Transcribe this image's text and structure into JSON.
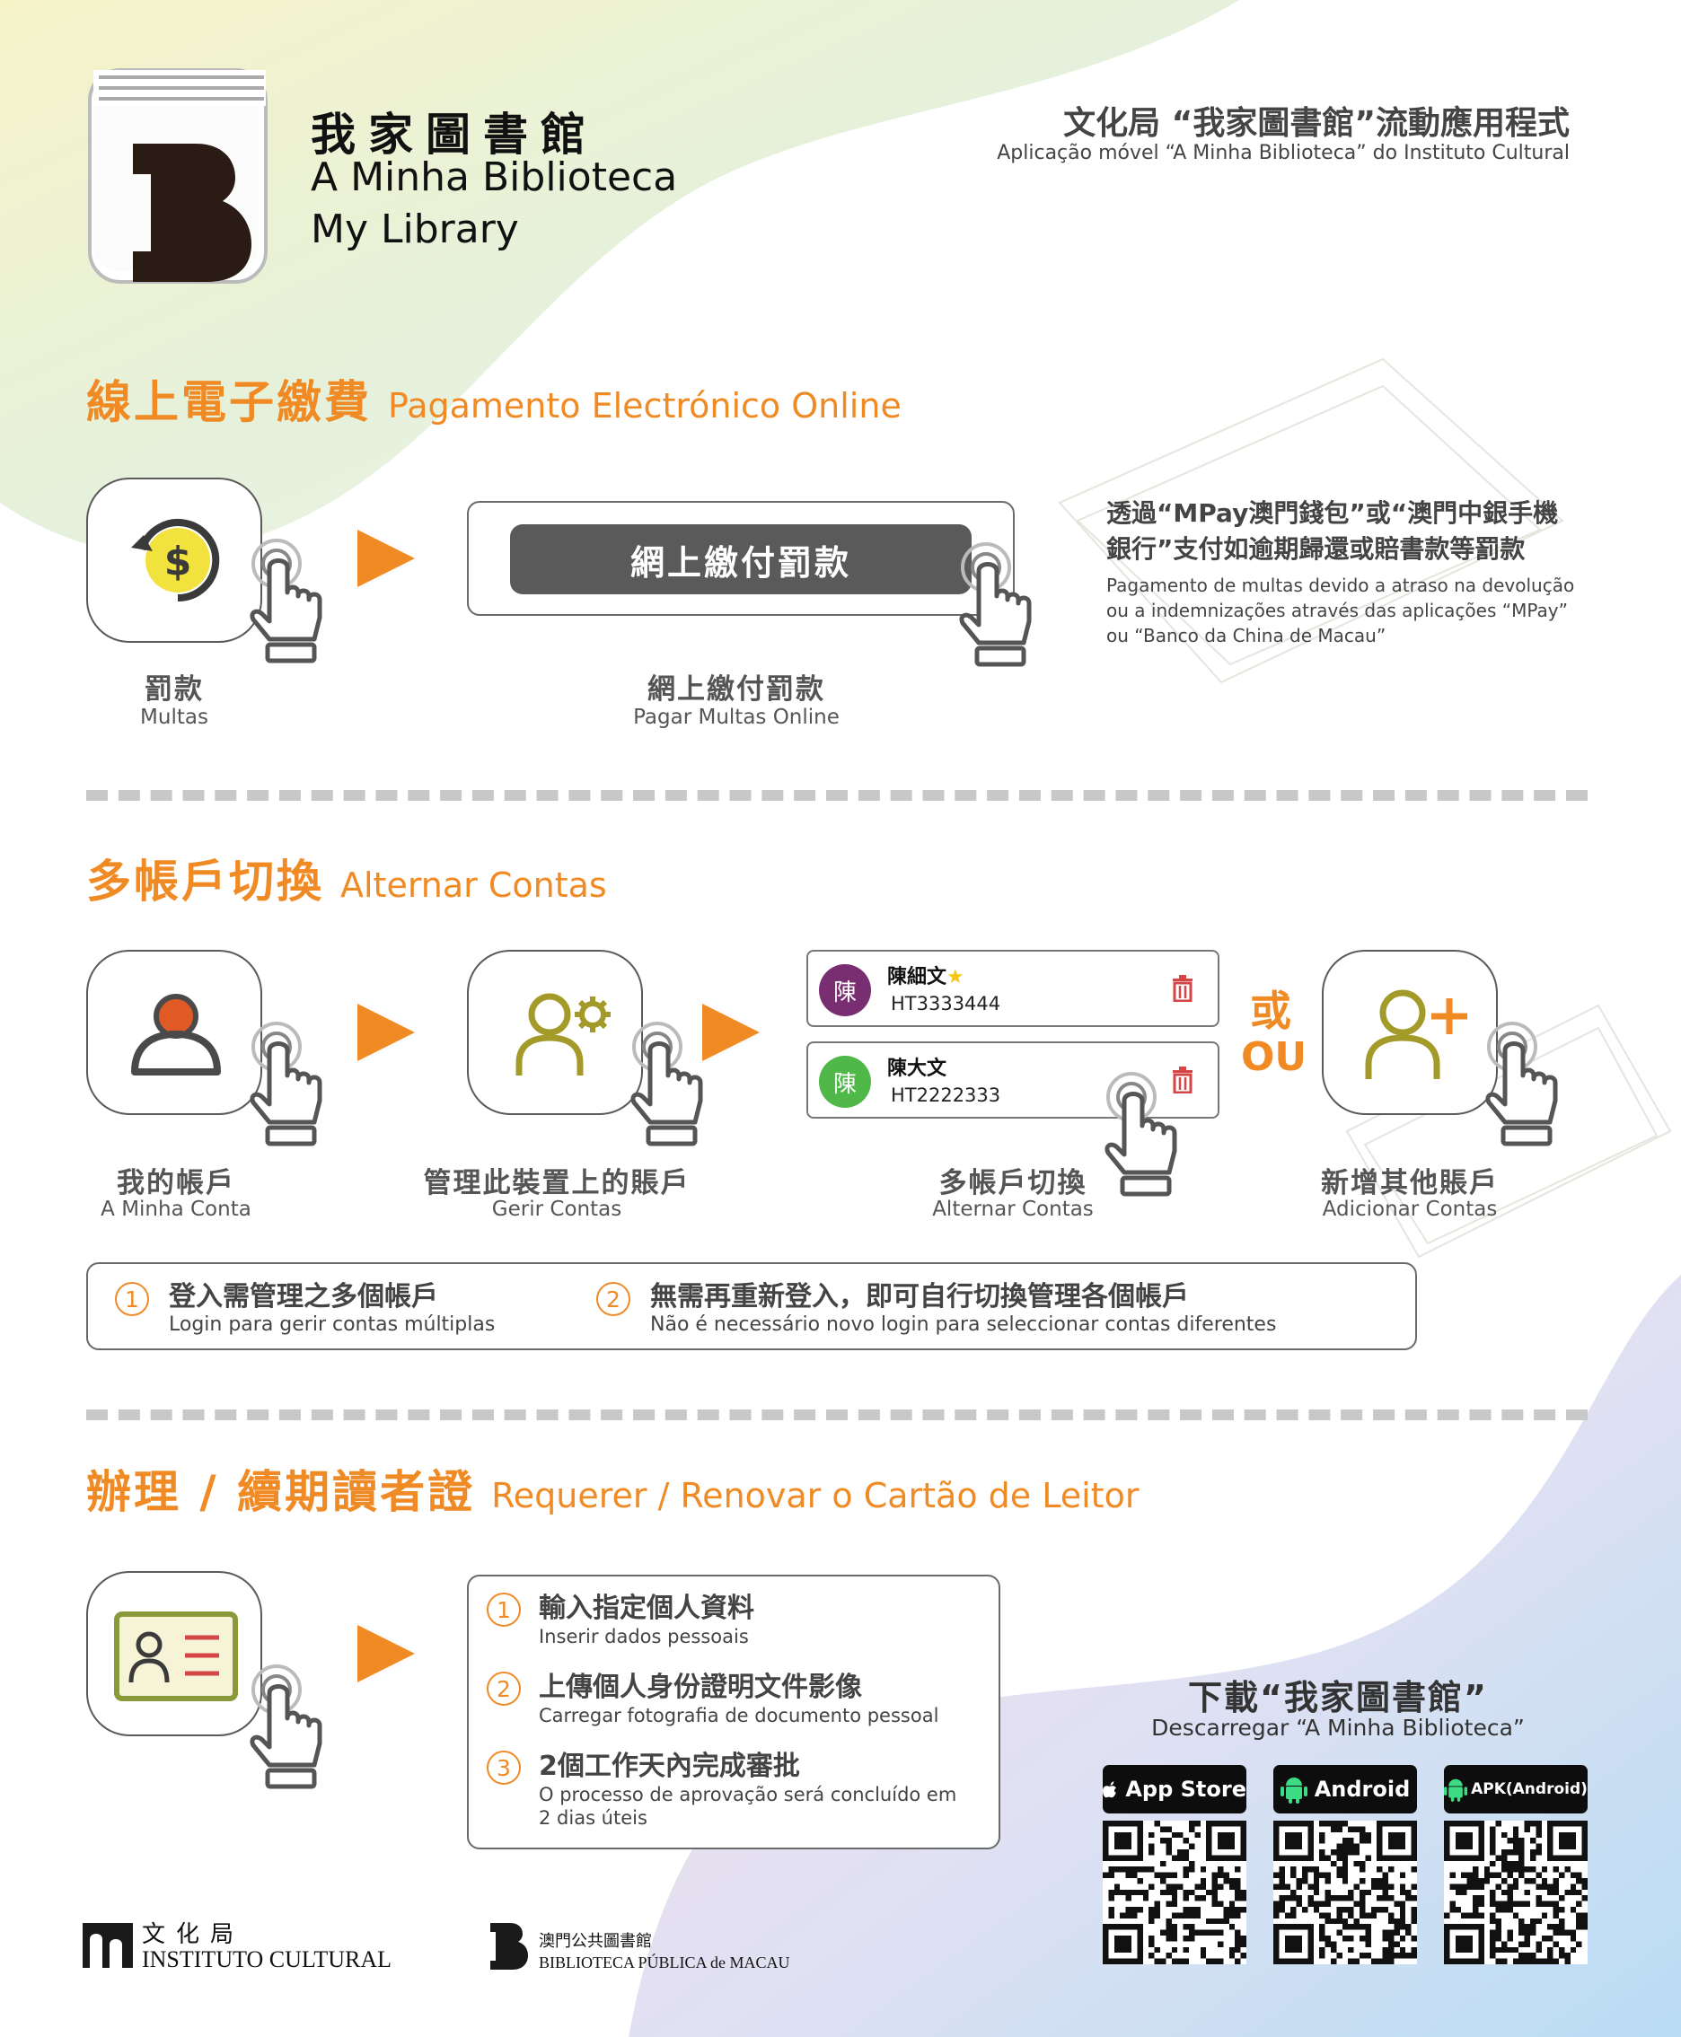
{
  "header": {
    "app_name_zh": "我家圖書館",
    "app_name_pt": "A Minha Biblioteca",
    "app_name_en": "My Library",
    "tagline_zh": "文化局 “我家圖書館”流動應用程式",
    "tagline_pt": "Aplicação móvel “A Minha Biblioteca” do Instituto Cultural"
  },
  "payment": {
    "title_zh": "線上電子繳費",
    "title_pt": "Pagamento Electrónico Online",
    "fines_zh": "罰款",
    "fines_pt": "Multas",
    "pay_button": "網上繳付罰款",
    "pay_zh": "網上繳付罰款",
    "pay_pt": "Pagar Multas Online",
    "desc_zh_1": "透過“MPay澳門錢包”或“澳門中銀手機",
    "desc_zh_2": "銀行”支付如逾期歸還或賠書款等罰款",
    "desc_pt_1": "Pagamento de multas devido a atraso na devolução",
    "desc_pt_2": "ou a indemnizações através das aplicações “MPay”",
    "desc_pt_3": "ou “Banco da China de Macau”"
  },
  "accounts": {
    "title_zh": "多帳戶切換",
    "title_pt": "Alternar Contas",
    "my_account_zh": "我的帳戶",
    "my_account_pt": "A Minha Conta",
    "manage_zh": "管理此裝置上的賬戶",
    "manage_pt": "Gerir Contas",
    "switch_zh": "多帳戶切換",
    "switch_pt": "Alternar Contas",
    "add_zh": "新增其他賬戶",
    "add_pt": "Adicionar Contas",
    "or_zh": "或",
    "or_pt": "OU",
    "list": [
      {
        "avatar": "陳",
        "name": "陳細文",
        "id": "HT3333444",
        "color": "#7a2e72",
        "starred": true
      },
      {
        "avatar": "陳",
        "name": "陳大文",
        "id": "HT2222333",
        "color": "#4fb848",
        "starred": false
      }
    ],
    "step1_num": "1",
    "step1_zh": "登入需管理之多個帳戶",
    "step1_pt": "Login para gerir contas múltiplas",
    "step2_num": "2",
    "step2_zh": "無需再重新登入，即可自行切換管理各個帳戶",
    "step2_pt": "Não é necessário novo login para seleccionar contas diferentes"
  },
  "card": {
    "title_zh": "辦理 / 續期讀者證",
    "title_pt": "Requerer / Renovar o Cartão de Leitor",
    "steps": [
      {
        "num": "1",
        "zh": "輸入指定個人資料",
        "pt": "Inserir dados pessoais"
      },
      {
        "num": "2",
        "zh": "上傳個人身份證明文件影像",
        "pt": "Carregar fotografia de documento pessoal"
      },
      {
        "num": "3",
        "zh": "2個工作天內完成審批",
        "pt": "O processo de aprovação será concluído em",
        "pt2": "2 dias úteis"
      }
    ]
  },
  "download": {
    "title_zh": "下載“我家圖書館”",
    "title_pt": "Descarregar “A Minha Biblioteca”",
    "app_store": "App Store",
    "android": "Android",
    "apk": "APK(Android)"
  },
  "footer": {
    "ic_zh": "文化局",
    "ic_pt": "INSTITUTO CULTURAL",
    "lib_zh": "澳門公共圖書館",
    "lib_pt": "BIBLIOTECA PÚBLICA de MACAU"
  },
  "colors": {
    "accent": "#f08a24",
    "icon_gray": "#5a5a5a",
    "avatar_purple": "#7a2e72",
    "avatar_green": "#4fb848",
    "trash_red": "#d64545"
  }
}
